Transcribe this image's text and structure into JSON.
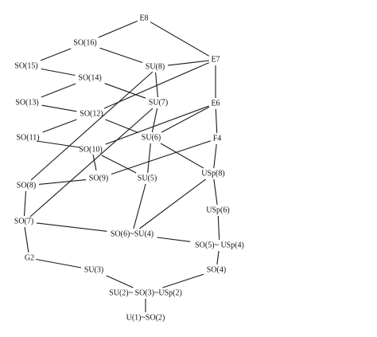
{
  "diagram": {
    "nodes": [
      {
        "id": "E8",
        "label": "E8"
      },
      {
        "id": "SO16",
        "label": "SO(16)"
      },
      {
        "id": "SO15",
        "label": "SO(15)"
      },
      {
        "id": "SU8",
        "label": "SU(8)"
      },
      {
        "id": "E7",
        "label": "E7"
      },
      {
        "id": "SO14",
        "label": "SO(14)"
      },
      {
        "id": "SO13",
        "label": "SO(13)"
      },
      {
        "id": "SU7",
        "label": "SU(7)"
      },
      {
        "id": "E6",
        "label": "E6"
      },
      {
        "id": "SO12",
        "label": "SO(12)"
      },
      {
        "id": "SO11",
        "label": "SO(11)"
      },
      {
        "id": "SU6",
        "label": "SU(6)"
      },
      {
        "id": "F4",
        "label": "F4"
      },
      {
        "id": "SO10",
        "label": "SO(10)"
      },
      {
        "id": "SO9",
        "label": "SO(9)"
      },
      {
        "id": "SU5",
        "label": "SU(5)"
      },
      {
        "id": "USp8",
        "label": "USp(8)"
      },
      {
        "id": "SO8",
        "label": "SO(8)"
      },
      {
        "id": "USp6",
        "label": "USp(6)"
      },
      {
        "id": "SO7",
        "label": "SO(7)"
      },
      {
        "id": "SO6SU4",
        "label": "SO(6)~SU(4)"
      },
      {
        "id": "SO5USp4",
        "label": "SO(5)~ USp(4)"
      },
      {
        "id": "G2",
        "label": "G2"
      },
      {
        "id": "SU3",
        "label": "SU(3)"
      },
      {
        "id": "SO4",
        "label": "SO(4)"
      },
      {
        "id": "SU2",
        "label": "SU(2)~ SO(3)~USp(2)"
      },
      {
        "id": "U1",
        "label": "U(1)~SO(2)"
      }
    ],
    "edges": [
      [
        "E8",
        "SO16"
      ],
      [
        "E8",
        "E7"
      ],
      [
        "SO16",
        "SO15"
      ],
      [
        "SO16",
        "SU8"
      ],
      [
        "SU8",
        "E7"
      ],
      [
        "SU8",
        "SU7"
      ],
      [
        "SU8",
        "SO8"
      ],
      [
        "E7",
        "E6"
      ],
      [
        "E7",
        "SO12"
      ],
      [
        "SO15",
        "SO14"
      ],
      [
        "SO14",
        "SO13"
      ],
      [
        "SO14",
        "SU7"
      ],
      [
        "SU7",
        "SU6"
      ],
      [
        "SU7",
        "SO7"
      ],
      [
        "SO13",
        "SO12"
      ],
      [
        "SO12",
        "SO11"
      ],
      [
        "SO12",
        "SU6"
      ],
      [
        "E6",
        "F4"
      ],
      [
        "E6",
        "SU6"
      ],
      [
        "E6",
        "SO10"
      ],
      [
        "SO11",
        "SO10"
      ],
      [
        "SU6",
        "SU5"
      ],
      [
        "SU6",
        "USp8"
      ],
      [
        "F4",
        "USp8"
      ],
      [
        "F4",
        "SO9"
      ],
      [
        "SO10",
        "SO9"
      ],
      [
        "SO10",
        "SU5"
      ],
      [
        "SO9",
        "SO8"
      ],
      [
        "SU5",
        "SO6SU4"
      ],
      [
        "USp8",
        "USp6"
      ],
      [
        "USp8",
        "SO6SU4"
      ],
      [
        "SO8",
        "SO7"
      ],
      [
        "USp6",
        "SO5USp4"
      ],
      [
        "SO7",
        "SO6SU4"
      ],
      [
        "SO7",
        "G2"
      ],
      [
        "SO6SU4",
        "SO5USp4"
      ],
      [
        "SO5USp4",
        "SO4"
      ],
      [
        "G2",
        "SU3"
      ],
      [
        "SU3",
        "SU2"
      ],
      [
        "SO4",
        "SU2"
      ],
      [
        "SU2",
        "U1"
      ]
    ]
  }
}
